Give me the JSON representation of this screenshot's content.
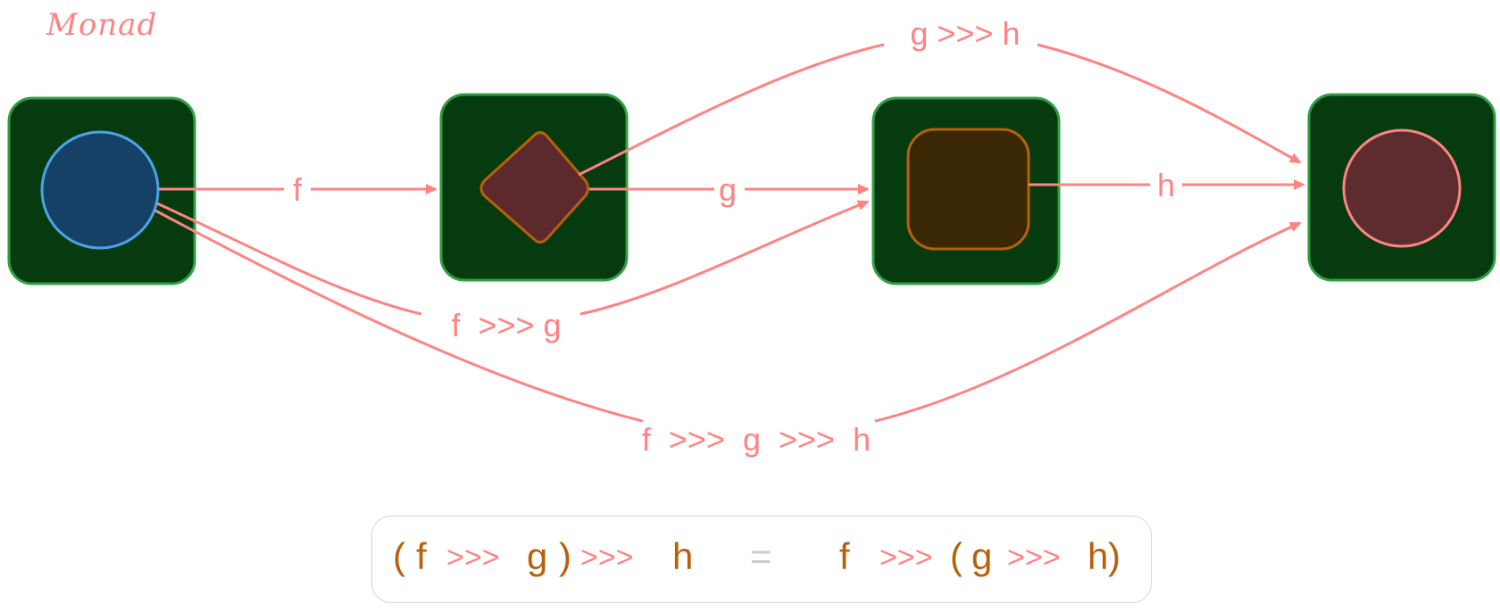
{
  "title": "Monad",
  "colors": {
    "arrow": "#ff8383",
    "box_fill": "#053b0f",
    "box_stroke": "#2f9e44",
    "shape1_fill": "#164166",
    "shape1_stroke": "#4da3e8",
    "shape2_fill": "#5c2a2c",
    "shape2_stroke": "#b8600a",
    "shape3_fill": "#3a2804",
    "shape3_stroke": "#b8600a",
    "shape4_fill": "#5c2c2e",
    "shape4_stroke": "#ff8383",
    "formula_main": "#b8600a",
    "formula_equals": "#cccccc"
  },
  "nodes": [
    {
      "id": "a",
      "shape": "circle-icon"
    },
    {
      "id": "b",
      "shape": "diamond-icon"
    },
    {
      "id": "c",
      "shape": "rounded-square-icon"
    },
    {
      "id": "d",
      "shape": "circle-icon"
    }
  ],
  "edges": {
    "f": "f",
    "g": "g",
    "h": "h",
    "gh": "g >>> h",
    "fg": "f  >>> g",
    "fgh": "f  >>>  g  >>>  h"
  },
  "formula": {
    "open1": "(",
    "f1": "f",
    "op1": ">>>",
    "g1": "g",
    "close1": ")",
    "op2": ">>>",
    "h1": "h",
    "equals": "=",
    "f2": "f",
    "op3": ">>>",
    "open2": "(",
    "g2": "g",
    "op4": ">>>",
    "h2": "h",
    "close2": ")"
  }
}
